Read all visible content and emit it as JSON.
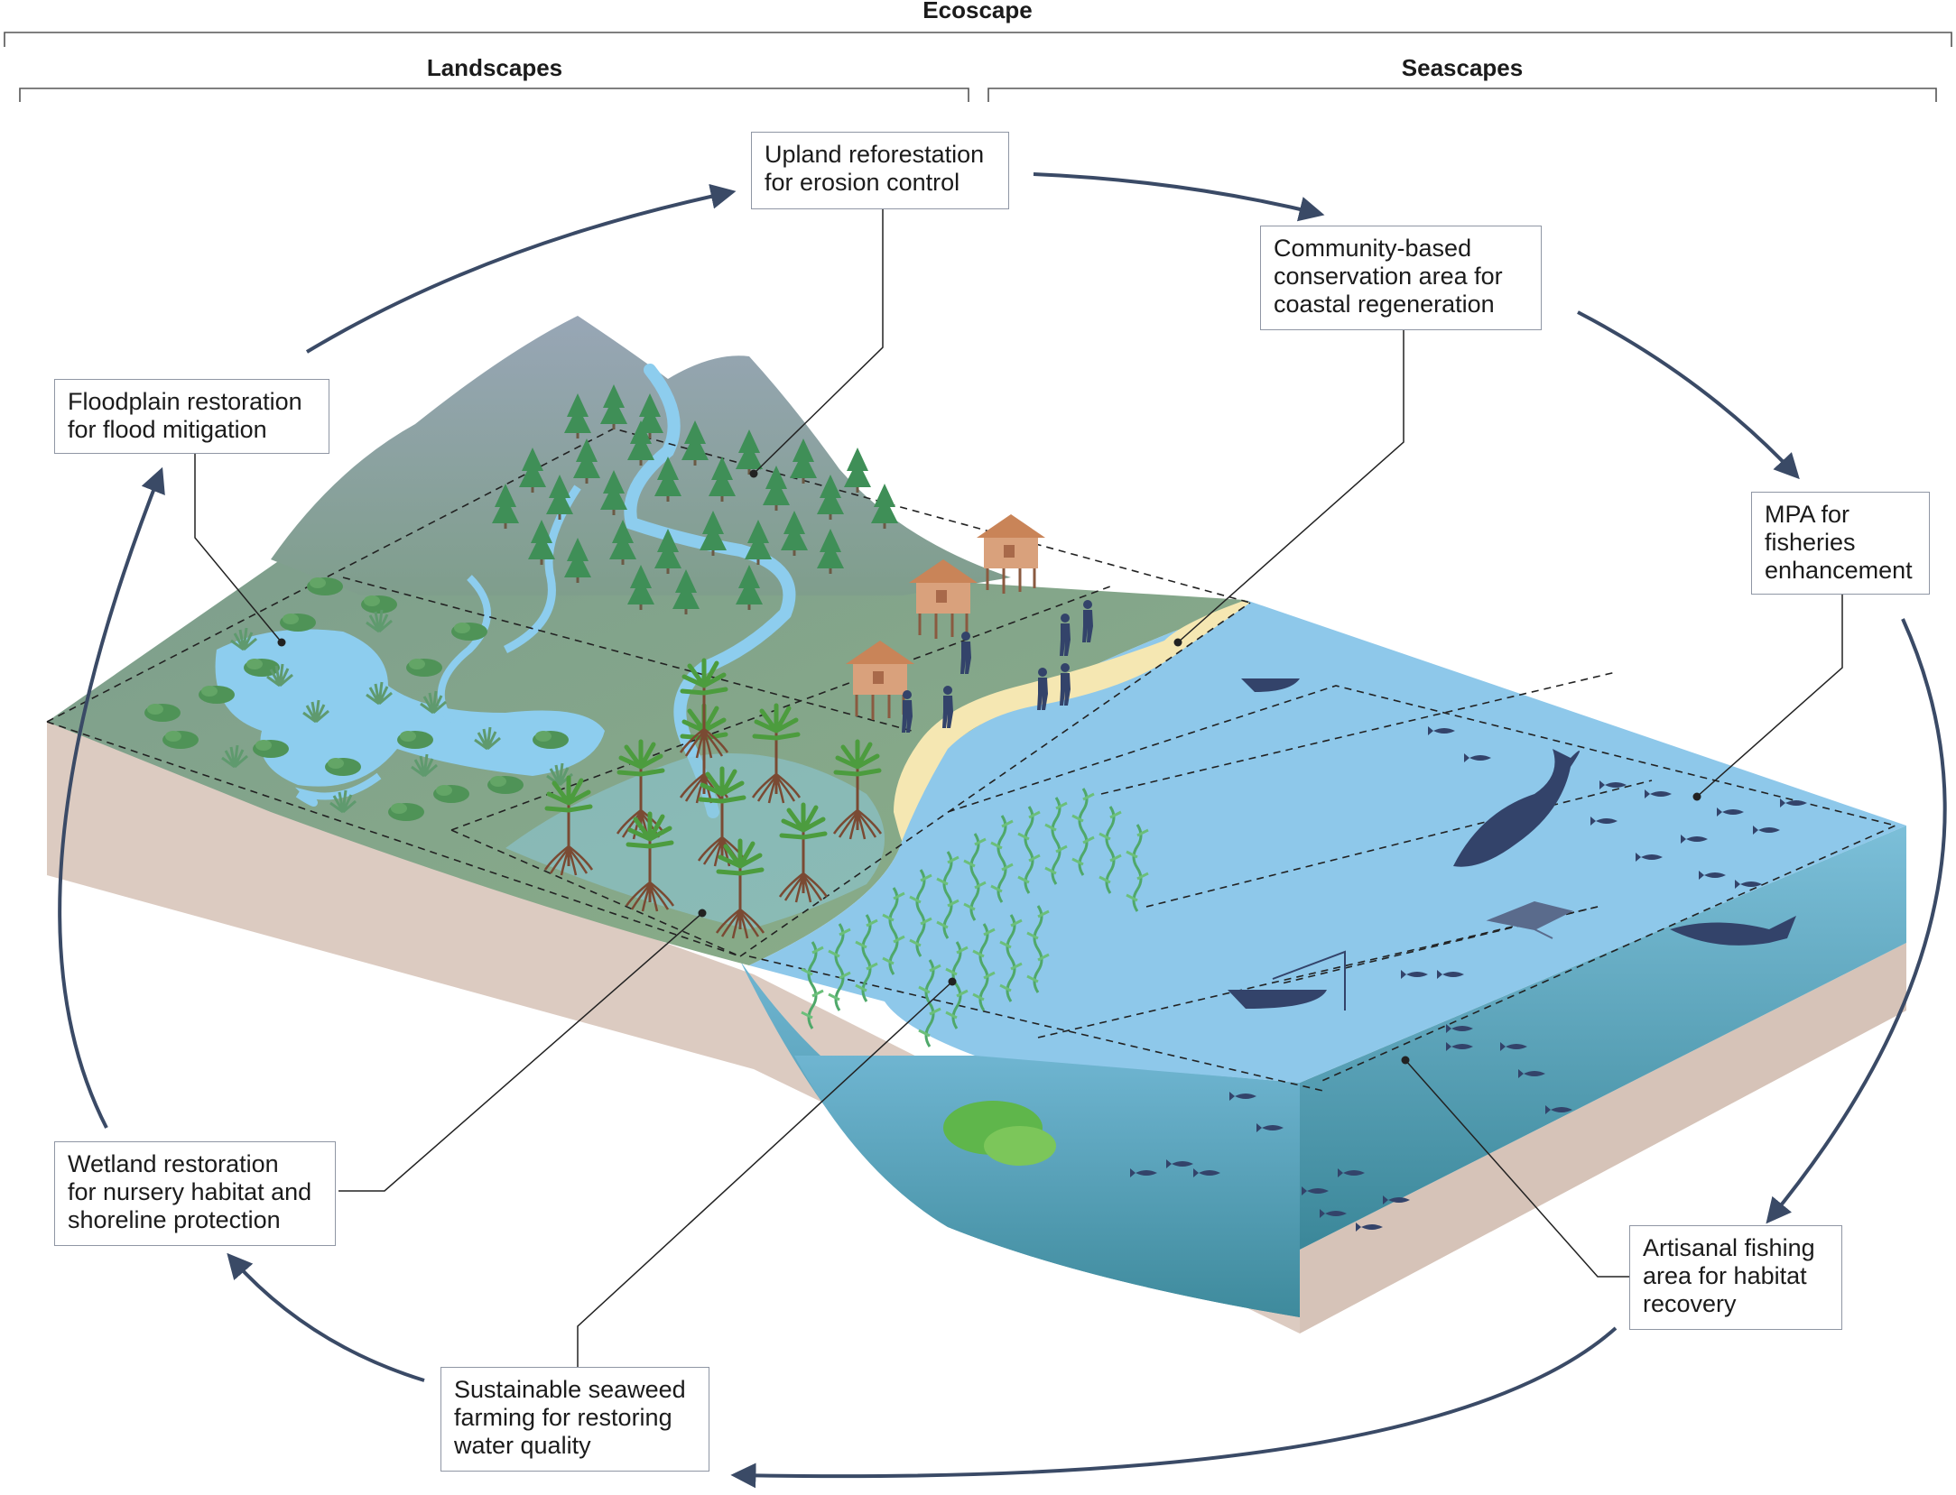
{
  "headers": {
    "ecoscape": "Ecoscape",
    "landscapes": "Landscapes",
    "seascapes": "Seascapes"
  },
  "labels": {
    "upland": [
      "Upland reforestation",
      "for erosion control"
    ],
    "community": [
      "Community-based",
      "conservation area for",
      "coastal regeneration"
    ],
    "floodplain": [
      "Floodplain restoration",
      "for flood mitigation"
    ],
    "mpa": [
      "MPA for",
      "fisheries",
      "enhancement"
    ],
    "wetland": [
      "Wetland restoration",
      "for nursery habitat and",
      "shoreline protection"
    ],
    "artisanal": [
      "Artisanal fishing",
      "area for habitat",
      "recovery"
    ],
    "seaweed": [
      "Sustainable seaweed",
      "farming for restoring",
      "water quality"
    ]
  },
  "colors": {
    "sea_surface": "#8ec8ea",
    "sea_side": "#3f8fa4",
    "land": "#7ea58a",
    "mountain": "#8c9eab",
    "soil": "#dccbc1",
    "sand": "#f5e7b2",
    "river": "#8dcdee",
    "tree": "#3f8f57",
    "arrow": "#3a4a66",
    "silhouette": "#33436a"
  }
}
